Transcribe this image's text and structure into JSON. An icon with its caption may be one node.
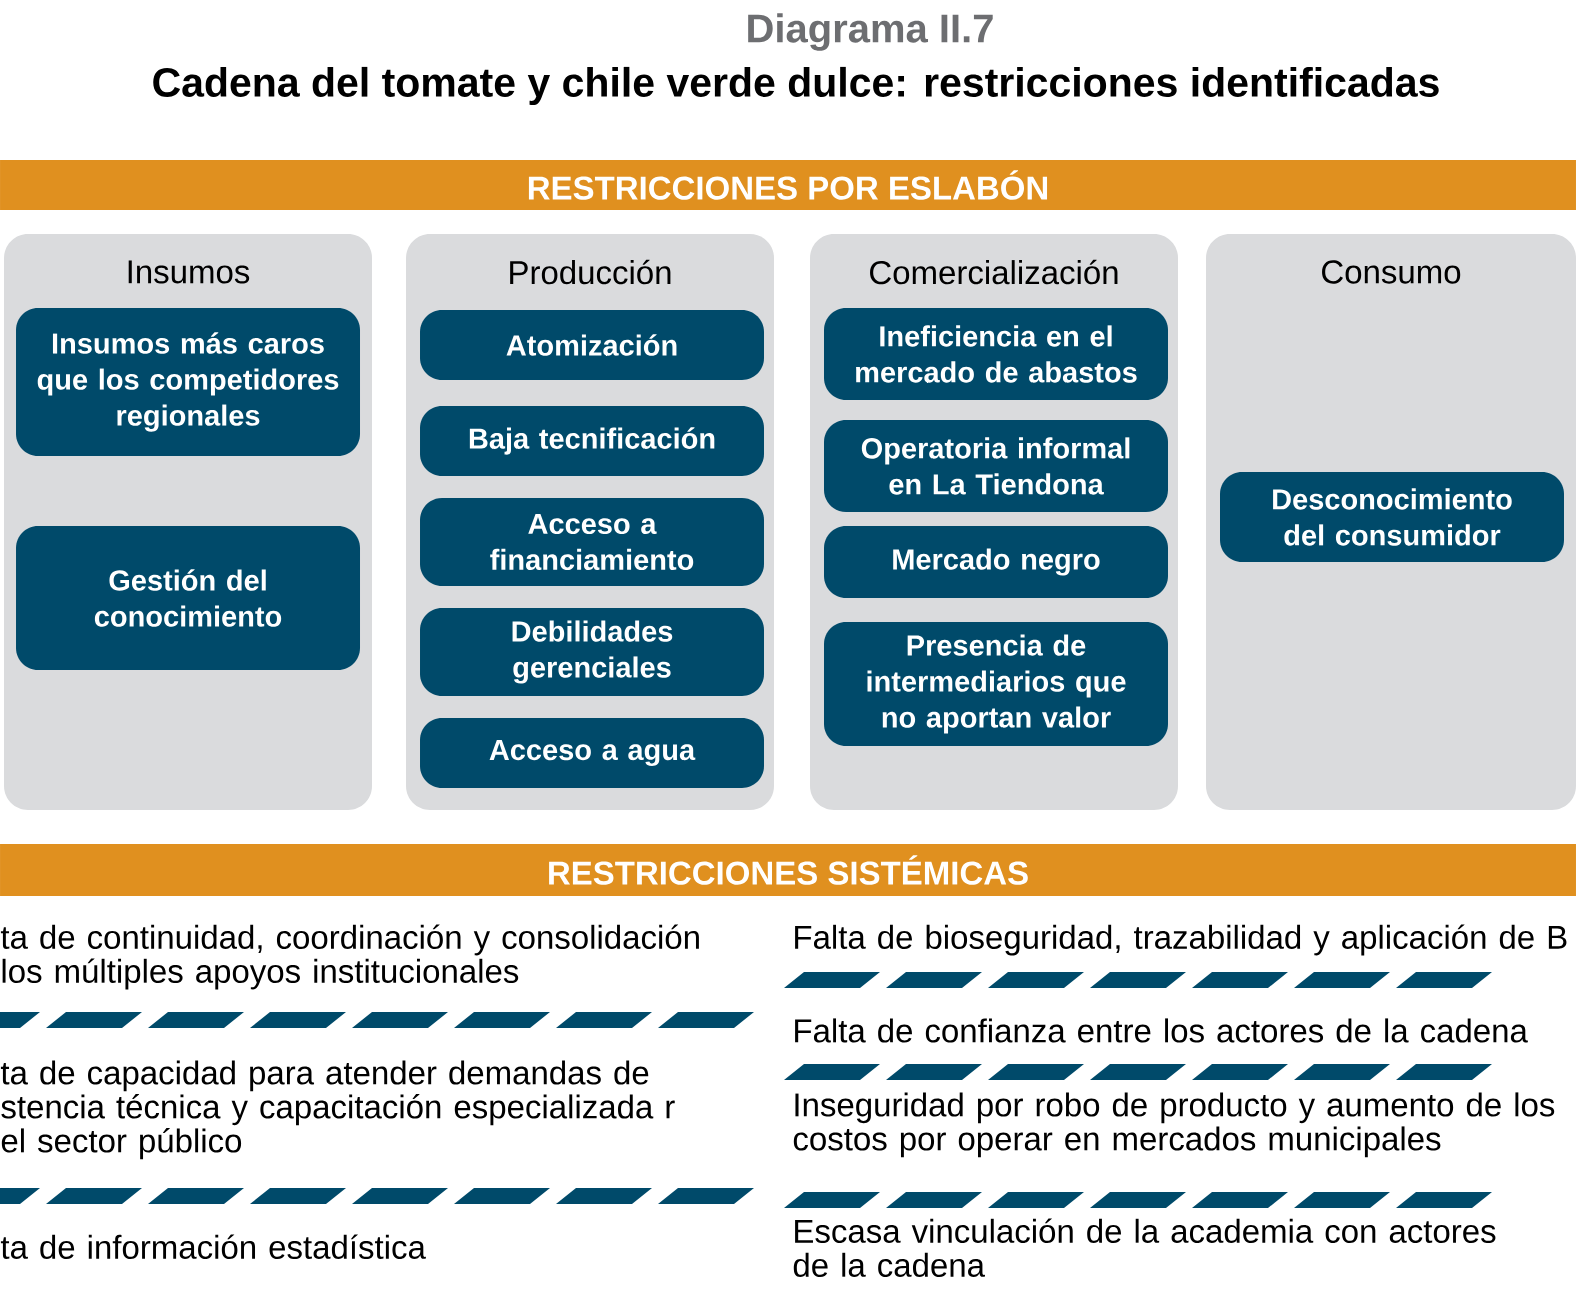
{
  "diagram": {
    "title": "Diagrama II.7",
    "caption": "Cadena del tomate y chile verde dulce: restricciones identificadas",
    "nodes": [
      {
        "text": [
          "RESTRICCIONES POR ESLABÓN"
        ]
      },
      {
        "text": [
          "Insumos"
        ]
      },
      {
        "text": [
          "Insumos más caros que los competidores regionales"
        ],
        "in": 1
      },
      {
        "text": [
          "Gestión del conocimiento"
        ],
        "in": 1
      },
      {
        "text": [
          "Producción"
        ]
      },
      {
        "text": [
          "Atomización"
        ],
        "in": 4
      },
      {
        "text": [
          "Baja tecnificación"
        ],
        "in": 4
      },
      {
        "text": [
          "Acceso a financiamiento"
        ],
        "in": 4
      },
      {
        "text": [
          "Debilidades gerenciales"
        ],
        "in": 4
      },
      {
        "text": [
          "Acceso a agua"
        ],
        "in": 4
      },
      {
        "text": [
          "Comercialización"
        ]
      },
      {
        "text": [
          "Ineficiencia en el mercado de abastos"
        ],
        "in": 10
      },
      {
        "text": [
          "Operatoria informal en La Tiendona"
        ],
        "in": 10
      },
      {
        "text": [
          "Mercado negro"
        ],
        "in": 10
      },
      {
        "text": [
          "Presencia de intermediarios que no aportan valor"
        ],
        "in": 10
      },
      {
        "text": [
          "Consumo"
        ]
      },
      {
        "text": [
          "Desconocimiento del consumidor"
        ],
        "in": 15
      },
      {
        "text": [
          "RESTRICCIONES SISTÉMICAS"
        ]
      }
    ],
    "labels": [
      "ta de continuidad, coordinación y consolidación los múltiples apoyos institucionales",
      "ta de capacidad para atender demandas de stencia técnica y capacitación especializada r el sector público",
      "ta de información estadística",
      "Falta de bioseguridad, trazabilidad y aplicación de B",
      "Falta de confianza entre los actores de la cadena",
      "Inseguridad por robo de producto y aumento de los costos por operar en mercados municipales",
      "Escasa vinculación de la academia con actores de la cadena"
    ]
  }
}
